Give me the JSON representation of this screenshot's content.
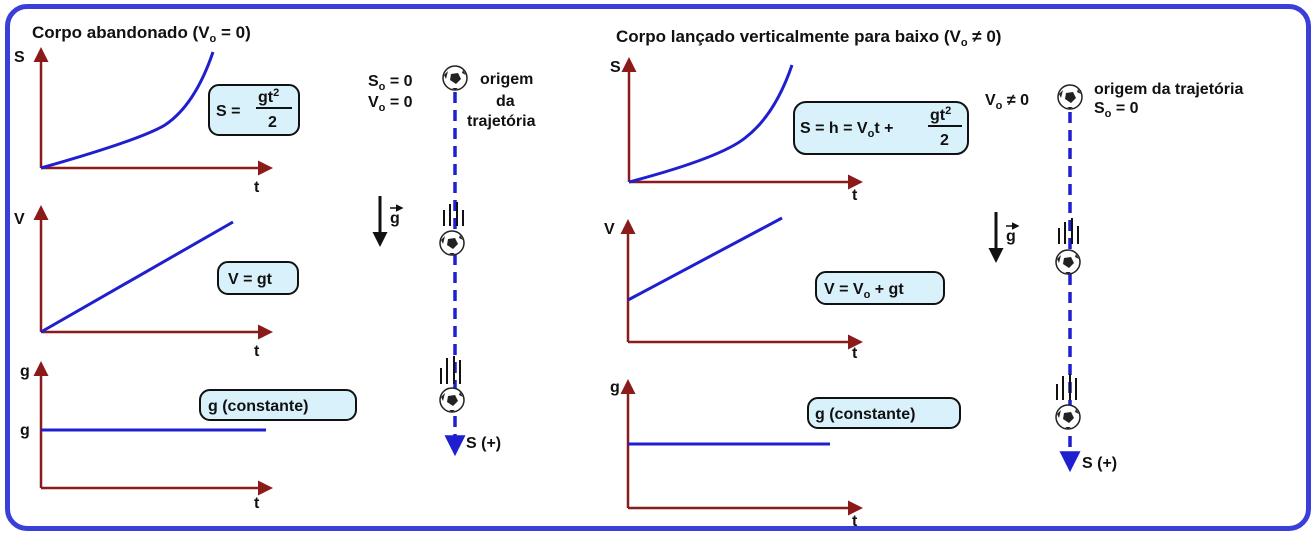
{
  "colors": {
    "frame": "#3a3fd9",
    "axis": "#8b1a1a",
    "curve": "#1f1fd0",
    "box_fill": "#d9f1fb"
  },
  "left": {
    "title_main": "Corpo abandonado (V",
    "title_sub": "o",
    "title_end": " = 0)",
    "graph_s": {
      "ylabel": "S",
      "xlabel": "t",
      "formula_lhs": "S = ",
      "formula_num": "gt",
      "formula_sup": "2",
      "formula_den": "2"
    },
    "graph_v": {
      "ylabel": "V",
      "xlabel": "t",
      "formula": "V = gt"
    },
    "graph_g": {
      "ylabel": "g",
      "xlabel": "t",
      "tick_label": "g",
      "formula": "g (constante)"
    },
    "traj": {
      "s0_main": "S",
      "s0_sub": "o",
      "s0_end": " = 0",
      "v0_main": "V",
      "v0_sub": "o",
      "v0_end": " = 0",
      "origin_1": "origem",
      "origin_2": "da",
      "origin_3": "trajetória",
      "gravity": "g",
      "end_label": "S (+)"
    }
  },
  "right": {
    "title_main": "Corpo lançado verticalmente para baixo (V",
    "title_sub": "o",
    "title_end": " ≠ 0)",
    "graph_s": {
      "ylabel": "S",
      "xlabel": "t",
      "formula_lhs": "S = h = V",
      "formula_sub": "o",
      "formula_mid": "t + ",
      "formula_num": "gt",
      "formula_sup": "2",
      "formula_den": "2"
    },
    "graph_v": {
      "ylabel": "V",
      "xlabel": "t",
      "formula_lhs": "V = V",
      "formula_sub": "o",
      "formula_end": " + gt"
    },
    "graph_g": {
      "ylabel": "g",
      "xlabel": "t",
      "formula": "g (constante)"
    },
    "traj": {
      "v0_main": "V",
      "v0_sub": "o",
      "v0_end": " ≠ 0",
      "origin_1": "origem da trajetória",
      "s0_main": "S",
      "s0_sub": "o",
      "s0_end": " = 0",
      "gravity": "g",
      "end_label": "S (+)"
    }
  }
}
